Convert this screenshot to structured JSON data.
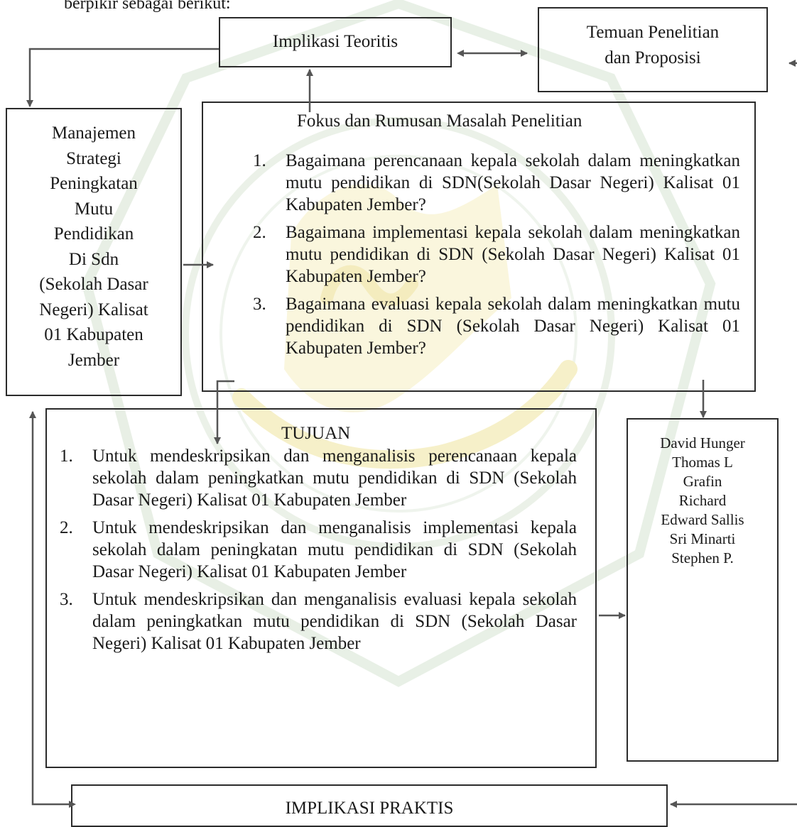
{
  "intro_text": "berpikir sebagai berikut:",
  "implikasi_teoritis": {
    "label": "Implikasi Teoritis"
  },
  "temuan": {
    "line1": "Temuan Penelitian",
    "line2": "dan Proposisi"
  },
  "manajemen": {
    "lines": [
      "Manajemen",
      "Strategi",
      "Peningkatan",
      "Mutu",
      "Pendidikan",
      "Di Sdn",
      "(Sekolah Dasar",
      "Negeri) Kalisat",
      "01 Kabupaten",
      "Jember"
    ]
  },
  "fokus": {
    "title": "Fokus dan Rumusan Masalah Penelitian",
    "items": [
      {
        "num": "1.",
        "text": "Bagaimana perencanaan kepala sekolah dalam meningkatkan mutu pendidikan di SDN(Sekolah Dasar Negeri)  Kalisat 01 Kabupaten Jember?"
      },
      {
        "num": "2.",
        "text": "Bagaimana implementasi kepala sekolah dalam meningkatkan mutu pendidikan di SDN (Sekolah Dasar Negeri) Kalisat 01 Kabupaten Jember?"
      },
      {
        "num": "3.",
        "text": "Bagaimana evaluasi kepala sekolah dalam meningkatkan mutu pendidikan di SDN (Sekolah Dasar Negeri) Kalisat 01 Kabupaten Jember?"
      }
    ]
  },
  "tujuan": {
    "title": "TUJUAN",
    "items": [
      {
        "num": "1.",
        "text": "Untuk mendeskripsikan dan menganalisis perencanaan kepala sekolah dalam peningkatkan mutu pendidikan di SDN (Sekolah Dasar Negeri) Kalisat 01 Kabupaten Jember"
      },
      {
        "num": "2.",
        "text": "Untuk mendeskripsikan dan menganalisis implementasi kepala sekolah dalam peningkatan mutu pendidikan di SDN (Sekolah Dasar Negeri) Kalisat 01 Kabupaten Jember"
      },
      {
        "num": "3.",
        "text": "Untuk mendeskripsikan dan menganalisis evaluasi kepala sekolah dalam peningkatkan mutu pendidikan di SDN (Sekolah Dasar Negeri) Kalisat 01 Kabupaten Jember"
      }
    ]
  },
  "teori": {
    "names": [
      "David Hunger",
      "Thomas L",
      "Grafin",
      "Richard",
      "Edward Sallis",
      "Sri Minarti",
      "Stephen P."
    ]
  },
  "implikasi_praktis": {
    "label": "IMPLIKASI PRAKTIS"
  },
  "colors": {
    "line": "#2b2b2b",
    "arrow": "#555555",
    "watermark_green": "#e8f1e4",
    "watermark_yellow": "#f7f1c9"
  }
}
